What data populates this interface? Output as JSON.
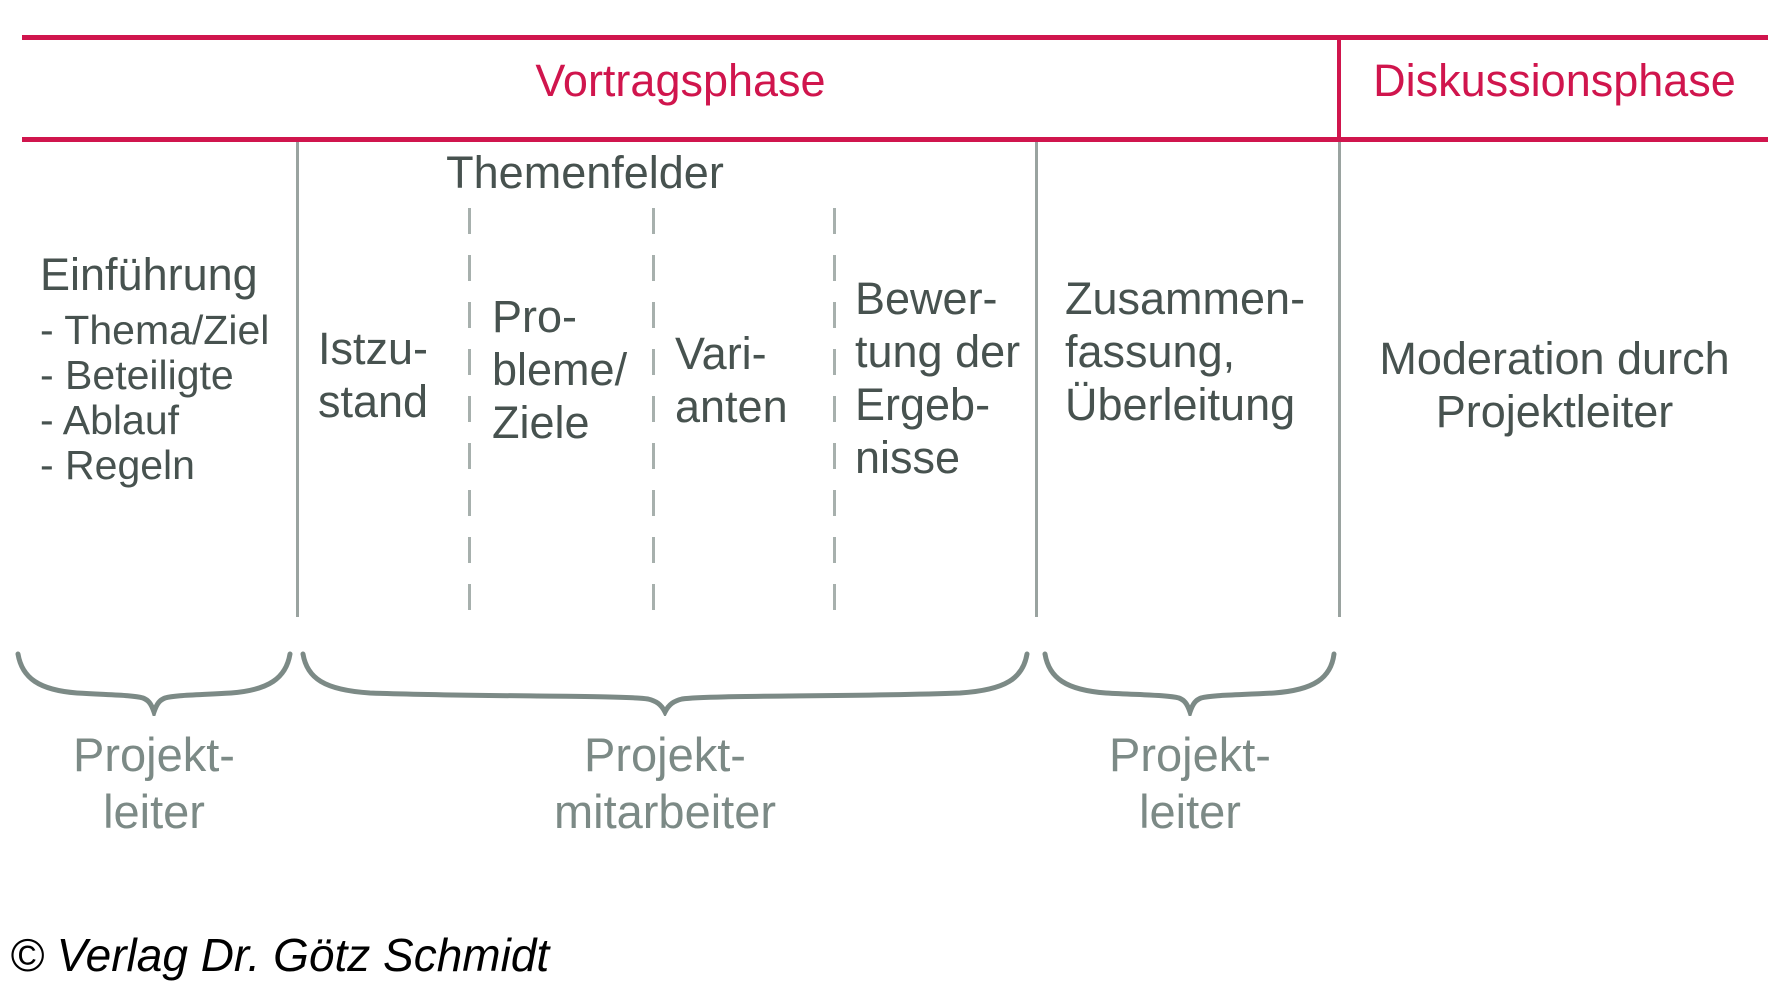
{
  "header": {
    "vortragsphase_label": "Vortragsphase",
    "diskussionsphase_label": "Diskussionsphase"
  },
  "columns": {
    "einfuehrung": {
      "title": "Einführung",
      "bullets": [
        "- Thema/Ziel",
        "- Beteiligte",
        "- Ablauf",
        "- Regeln"
      ]
    },
    "themenfelder_label": "Themenfelder",
    "themen": [
      {
        "name": "istzustand",
        "lines": [
          "Istzu-",
          "stand"
        ]
      },
      {
        "name": "probleme-ziele",
        "lines": [
          "Pro-",
          "bleme/",
          "Ziele"
        ]
      },
      {
        "name": "varianten",
        "lines": [
          "Vari-",
          "anten"
        ]
      },
      {
        "name": "bewertung-ergebnisse",
        "lines": [
          "Bewer-",
          "tung der",
          "Ergeb-",
          "nisse"
        ]
      }
    ],
    "zusammenfassung": {
      "lines": [
        "Zusammen-",
        "fassung,",
        "Überleitung"
      ]
    },
    "moderation": {
      "lines": [
        "Moderation durch",
        "Projektleiter"
      ]
    }
  },
  "braces": [
    {
      "label_lines": [
        "Projekt-",
        "leiter"
      ]
    },
    {
      "label_lines": [
        "Projekt-",
        "mitarbeiter"
      ]
    },
    {
      "label_lines": [
        "Projekt-",
        "leiter"
      ]
    }
  ],
  "footer": {
    "copyright": "© Verlag Dr. Götz Schmidt"
  },
  "colors": {
    "accent_red": "#d0154d",
    "text_dark": "#47524f",
    "line_gray": "#9aa3a0",
    "dash_gray": "#a7b0ad",
    "brace_gray": "#7c8a86"
  }
}
